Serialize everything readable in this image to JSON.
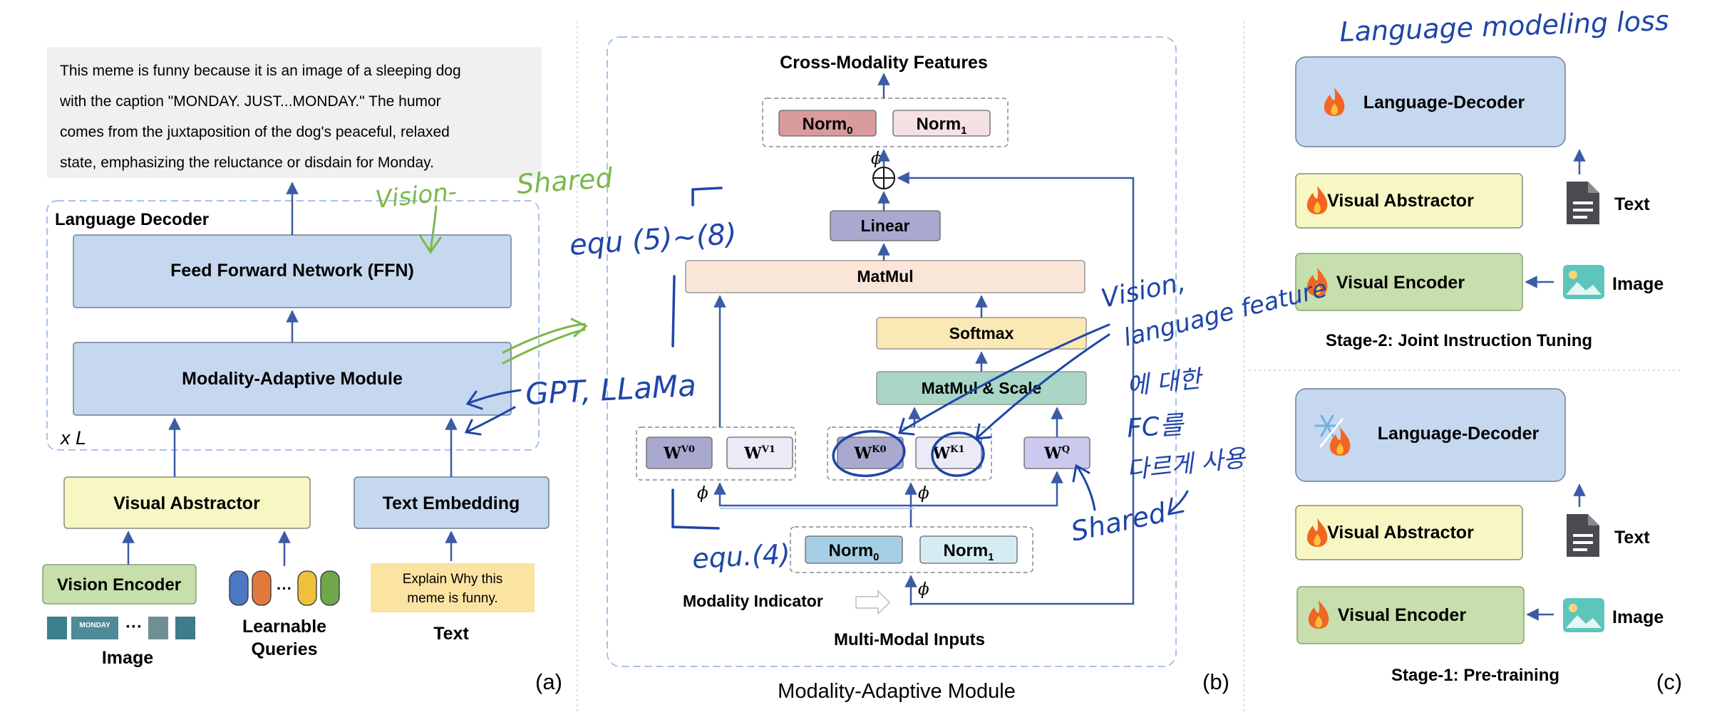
{
  "panel_a": {
    "output_text": [
      "This meme is funny because it is an image of a sleeping dog",
      "with the caption \"MONDAY. JUST...MONDAY.\" The humor",
      "comes from the juxtaposition of the dog's peaceful, relaxed",
      "state, emphasizing the reluctance or disdain for Monday."
    ],
    "decoder_title": "Language Decoder",
    "ffn": "Feed Forward Network (FFN)",
    "mam": "Modality-Adaptive Module",
    "repeat": "x L",
    "visual_abstractor": "Visual Abstractor",
    "text_embedding": "Text Embedding",
    "vision_encoder": "Vision Encoder",
    "image_strip_text": "MONDAY",
    "ellipsis": "···",
    "image_label": "Image",
    "queries_label": [
      "Learnable",
      "Queries"
    ],
    "text_prompt": [
      "Explain Why this",
      "meme is funny."
    ],
    "text_label": "Text",
    "panel_label": "(a)"
  },
  "panel_b": {
    "output": "Cross-Modality Features",
    "norm0": "Norm",
    "norm1": "Norm",
    "sub0": "0",
    "sub1": "1",
    "phi": "ϕ",
    "plus": "⊕",
    "linear": "Linear",
    "matmul": "MatMul",
    "softmax": "Softmax",
    "matmul_scale": "MatMul & Scale",
    "wv0": "W",
    "wv0_sup": "V0",
    "wv1": "W",
    "wv1_sup": "V1",
    "wk0": "W",
    "wk0_sup": "K0",
    "wk1": "W",
    "wk1_sup": "K1",
    "wq": "W",
    "wq_sup": "Q",
    "modality_indicator": "Modality Indicator",
    "inputs": "Multi-Modal Inputs",
    "caption": "Modality-Adaptive Module",
    "panel_label": "(b)"
  },
  "panel_c": {
    "stage2": {
      "decoder": "Language-Decoder",
      "abstractor": "Visual Abstractor",
      "encoder": "Visual Encoder",
      "text": "Text",
      "image": "Image",
      "caption": "Stage-2: Joint Instruction Tuning"
    },
    "stage1": {
      "decoder": "Language-Decoder",
      "abstractor": "Visual Abstractor",
      "encoder": "Visual Encoder",
      "text": "Text",
      "image": "Image",
      "caption": "Stage-1: Pre-training"
    },
    "panel_label": "(c)"
  },
  "annotations": {
    "vision_shared": [
      "Vision-",
      "Shared"
    ],
    "equ_5_8": "equ (5)~(8)",
    "gpt_llama": "GPT, LLaMa",
    "equ_4": "equ.(4)",
    "vision_language": [
      "Vision,",
      "language feature",
      "에 대한",
      "FC를",
      "다르게 사용"
    ],
    "shared": "Shared",
    "lm_loss": "Language modeling loss"
  },
  "colors": {
    "blue_box": "#c5d8ef",
    "yellow_box": "#f7f7c4",
    "green_box": "#c6dfac",
    "peach_box": "#fae6d9",
    "purple_box": "#a9a9cf",
    "softmax": "#fae8b5",
    "teal_box": "#a9d6c6",
    "norm0_red": "#d99b9e",
    "norm1_pink": "#f5e1e4",
    "norm0_blue": "#a6cfe6",
    "norm1_blue": "#d6ecf5",
    "wq_lav": "#ccc9ee",
    "arrow": "#3b5ba5",
    "ink_blue": "#1f45a8",
    "ink_green": "#7bb84a",
    "output_bg": "#f0f0f0",
    "prompt_bg": "#fbe3a1",
    "dashed": "#a9c2e8"
  },
  "icons": [
    "fire-icon",
    "snowflake-icon",
    "document-icon",
    "image-icon"
  ]
}
